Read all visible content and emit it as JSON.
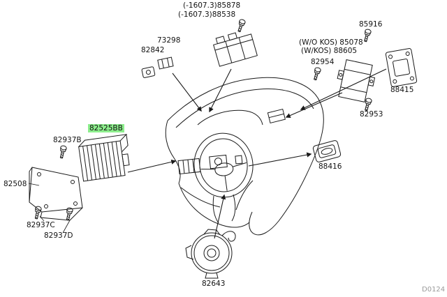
{
  "diagram": {
    "background_color": "#ffffff",
    "line_color": "#1a1a1a",
    "highlight_color": "#8cee8c",
    "highlighted_part": "82525BB",
    "watermark": "D0124",
    "labels": {
      "l85878": "(-1607.3)85878",
      "l88538": "(-1607.3)88538",
      "l73298": "73298",
      "l82842": "82842",
      "l85916": "85916",
      "l85078": "(W/O KOS) 85078",
      "l88605": "(W/KOS) 88605",
      "l82954": "82954",
      "l88415": "88415",
      "l82953": "82953",
      "l82525bb": "82525BB",
      "l82937b": "82937B",
      "l82508": "82508",
      "l88416": "88416",
      "l82937c": "82937C",
      "l82937d": "82937D",
      "l82643": "82643"
    }
  }
}
